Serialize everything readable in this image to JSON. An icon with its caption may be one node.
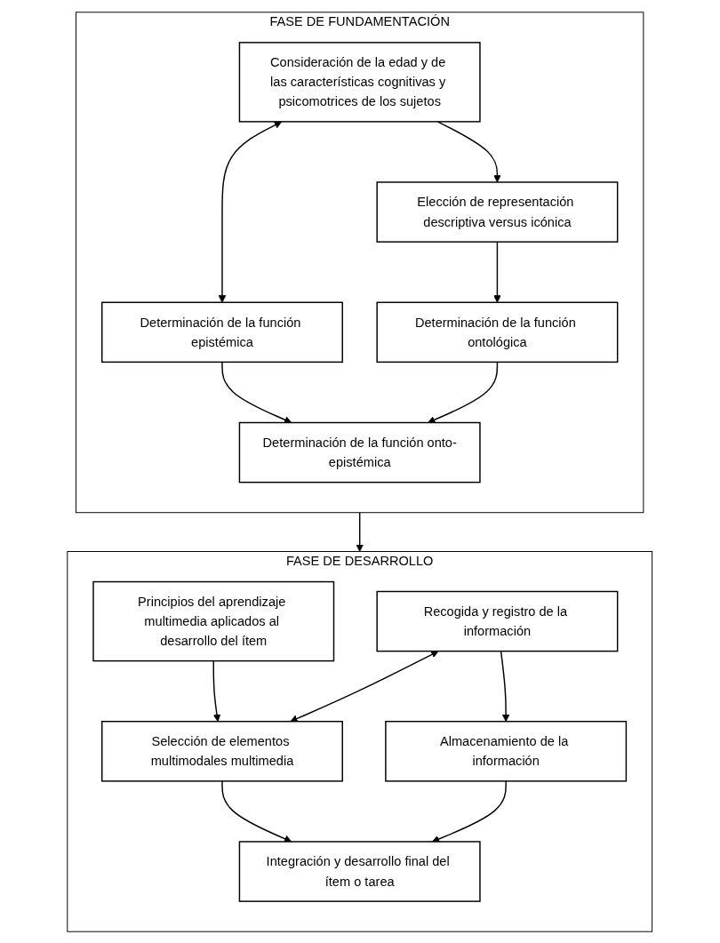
{
  "diagram": {
    "nodes": [
      {
        "text": [
          "FASE DE FUNDAMENTACIÓN"
        ]
      },
      {
        "text": [
          "Consideración de la edad y de las características cognitivas y psicomotrices de los sujetos"
        ],
        "in": 0
      },
      {
        "text": [
          "Elección de representación descriptiva versus icónica"
        ],
        "in": 0
      },
      {
        "text": [
          "Determinación de la función epistémica"
        ],
        "in": 0
      },
      {
        "text": [
          "Determinación de la función ontológica"
        ],
        "in": 0
      },
      {
        "text": [
          "Determinación de la función onto-epistémica"
        ],
        "in": 0
      },
      {
        "text": [
          "FASE DE DESARROLLO"
        ]
      },
      {
        "text": [
          "Principios del aprendizaje multimedia aplicados al desarrollo del ítem"
        ],
        "in": 6
      },
      {
        "text": [
          "Recogida y registro de la información"
        ],
        "in": 6
      },
      {
        "text": [
          "Selección de elementos multimodales multimedia"
        ],
        "in": 6
      },
      {
        "text": [
          "Almacenamiento de la información"
        ],
        "in": 6
      },
      {
        "text": [
          "Integración y desarrollo final del ítem o tarea"
        ],
        "in": 6
      }
    ],
    "edges": [
      {
        "from": 1,
        "to": 2,
        "arrow": "to"
      },
      {
        "from": 3,
        "to": 1,
        "arrow": "both"
      },
      {
        "from": 2,
        "to": 4,
        "arrow": "to"
      },
      {
        "from": 3,
        "to": 5,
        "arrow": "to"
      },
      {
        "from": 4,
        "to": 5,
        "arrow": "to"
      },
      {
        "from": 0,
        "to": 6,
        "arrow": "to"
      },
      {
        "from": 7,
        "to": 9,
        "arrow": "to"
      },
      {
        "from": 9,
        "to": 8,
        "arrow": "both"
      },
      {
        "from": 8,
        "to": 10,
        "arrow": "to"
      },
      {
        "from": 9,
        "to": 11,
        "arrow": "to"
      },
      {
        "from": 10,
        "to": 11,
        "arrow": "to"
      }
    ]
  }
}
